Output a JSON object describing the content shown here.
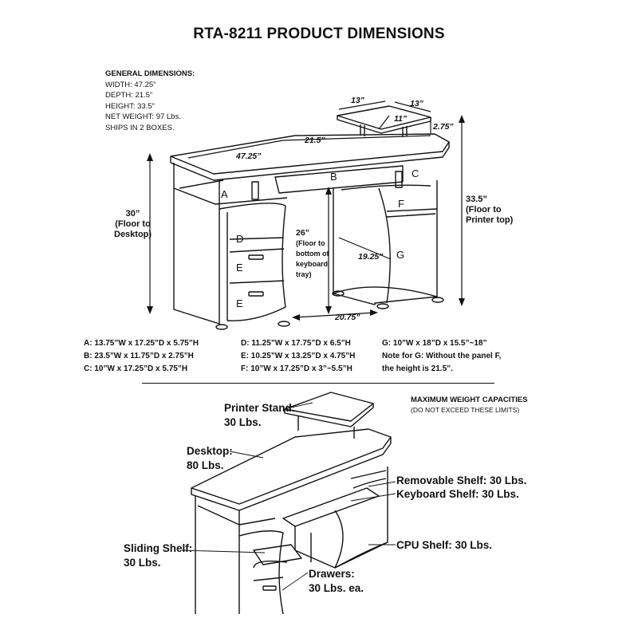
{
  "title": "RTA-8211 PRODUCT DIMENSIONS",
  "general": {
    "heading": "GENERAL DIMENSIONS:",
    "lines": [
      "WIDTH: 47.25”",
      "DEPTH: 21.5”",
      "HEIGHT: 33.5”",
      "NET WEIGHT: 97 Lbs.",
      "SHIPS IN 2 BOXES."
    ]
  },
  "dimensions": {
    "printer_w": "13”",
    "printer_d": "13”",
    "printer_inner": "11”",
    "printer_h": "2.75”",
    "width": "47.25”",
    "depth": "21.5”",
    "height_total": [
      "33.5”",
      "(Floor to",
      "Printer top)"
    ],
    "height_desk": [
      "30”",
      "(Floor to",
      "Desktop)"
    ],
    "keyboard_h": [
      "26”",
      "(Floor to",
      "bottom of",
      "keyboard",
      "tray)"
    ],
    "cpu_depth": "19.25”",
    "cpu_width": "20.75”"
  },
  "part_letters": [
    "A",
    "B",
    "C",
    "D",
    "E",
    "E",
    "F",
    "G"
  ],
  "specs": {
    "col1": [
      "A: 13.75”W x 17.25”D x 5.75”H",
      "B: 23.5”W x 11.75”D x 2.75”H",
      "C: 10”W x 17.25”D x 5.75”H"
    ],
    "col2": [
      "D: 11.25”W x 17.75”D x 6.5”H",
      "E: 10.25”W x 13.25”D x 4.75”H",
      "F: 10”W x 17.25”D x 3”~5.5”H"
    ],
    "col3": [
      "G: 10”W x 18”D x 15.5”~18”",
      "Note for G: Without the panel F,",
      "the height is 21.5”."
    ]
  },
  "weights": {
    "heading": "MAXIMUM WEIGHT CAPACITIES",
    "subheading": "(DO NOT EXCEED THESE LIMITS)",
    "printer_stand": [
      "Printer Stand:",
      "30 Lbs."
    ],
    "desktop": [
      "Desktop:",
      "80 Lbs."
    ],
    "removable_shelf": "Removable Shelf: 30 Lbs.",
    "keyboard_shelf": "Keyboard Shelf: 30 Lbs.",
    "cpu_shelf": "CPU Shelf: 30 Lbs.",
    "sliding_shelf": [
      "Sliding Shelf:",
      "30 Lbs."
    ],
    "drawers": [
      "Drawers:",
      "30 Lbs. ea."
    ]
  }
}
